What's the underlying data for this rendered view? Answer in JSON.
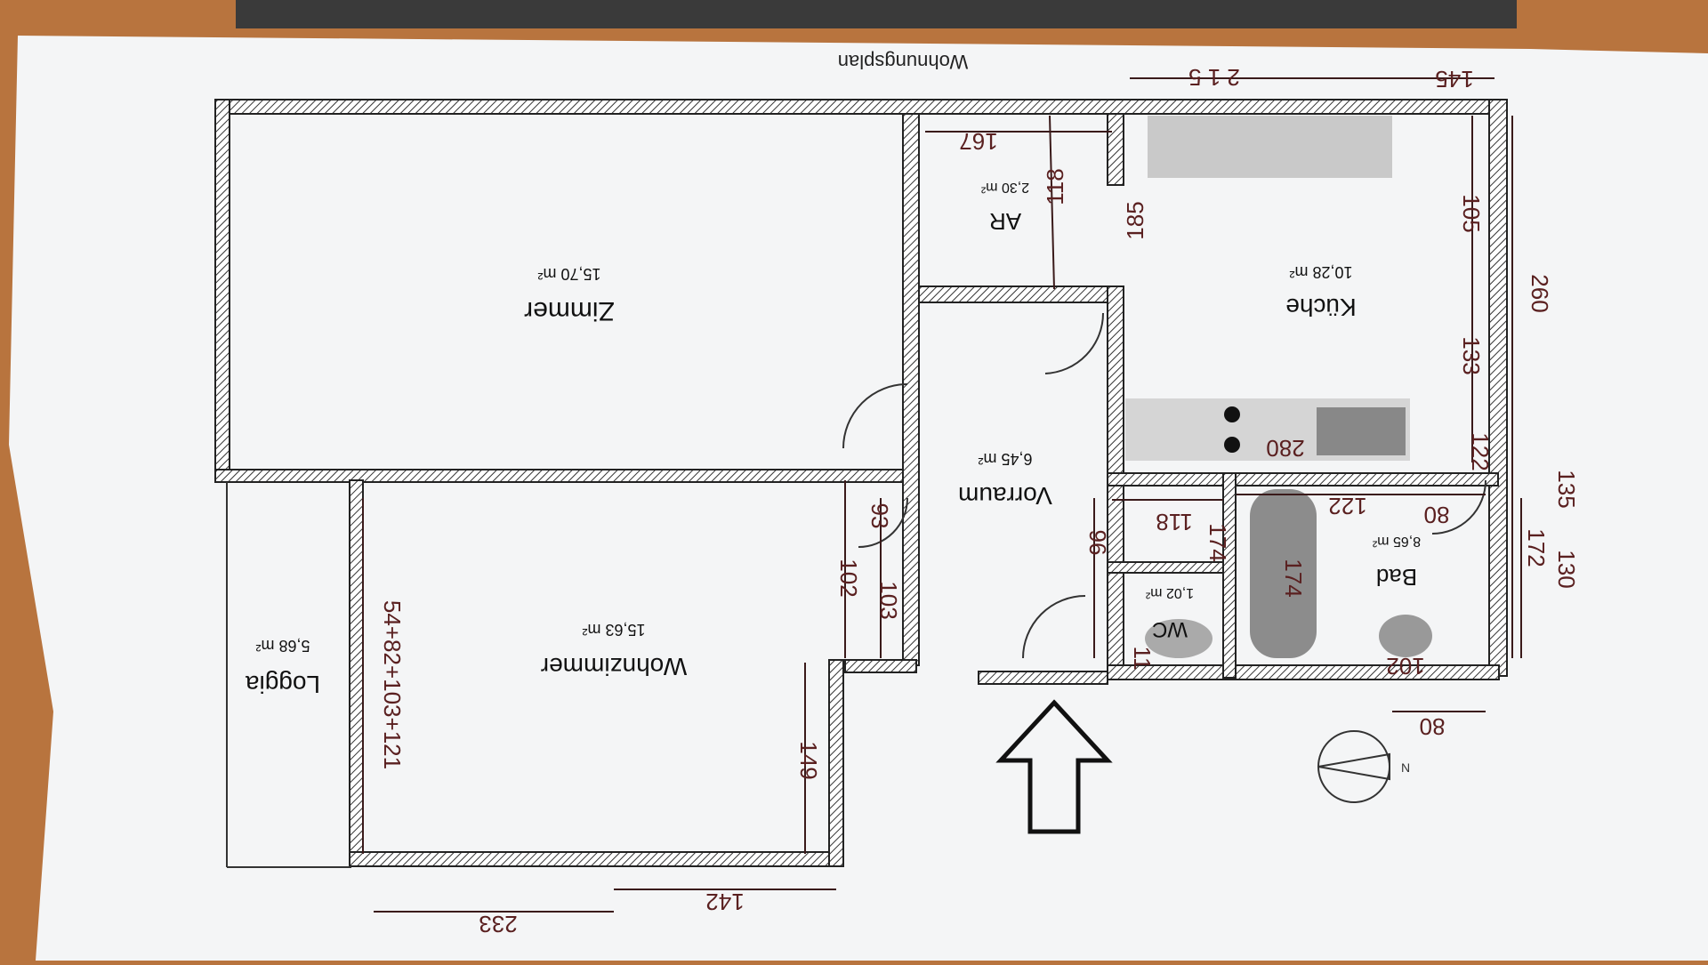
{
  "title": "Wohnungsplan",
  "rooms": [
    {
      "name": "Zimmer",
      "area": "15,70 m²"
    },
    {
      "name": "Wohnzimmer",
      "area": "15,63 m²"
    },
    {
      "name": "Loggia",
      "area": "5,68 m²"
    },
    {
      "name": "Vorraum",
      "area": "6,45 m²"
    },
    {
      "name": "AR",
      "area": "2,30 m²"
    },
    {
      "name": "Küche",
      "area": "10,28 m²"
    },
    {
      "name": "Bad",
      "area": "8,65 m²"
    },
    {
      "name": "WC",
      "area": "1,02 m²"
    }
  ],
  "handwritten": {
    "top_215": "2 1 5",
    "top_145": "145",
    "ar_167": "167",
    "ar_118": "118",
    "ar_185": "185",
    "kitchen_105": "105",
    "kitchen_133": "133",
    "right_260": "260",
    "kitchen_122": "122",
    "stove_280": "280",
    "bath_122": "122",
    "bath_80a": "80",
    "bath_135": "135",
    "bath_172": "172",
    "bath_130": "130",
    "bath_174": "174",
    "bath_102": "102",
    "bath_80b": "80",
    "wc_118": "118",
    "wc_174": "174",
    "wc_11": "11",
    "vor_96": "96",
    "wz_93": "93",
    "wz_102": "102",
    "wz_103": "103",
    "wz_149": "149",
    "left_chain": "54+82+103+121",
    "bottom_233": "233",
    "bottom_142": "142"
  }
}
